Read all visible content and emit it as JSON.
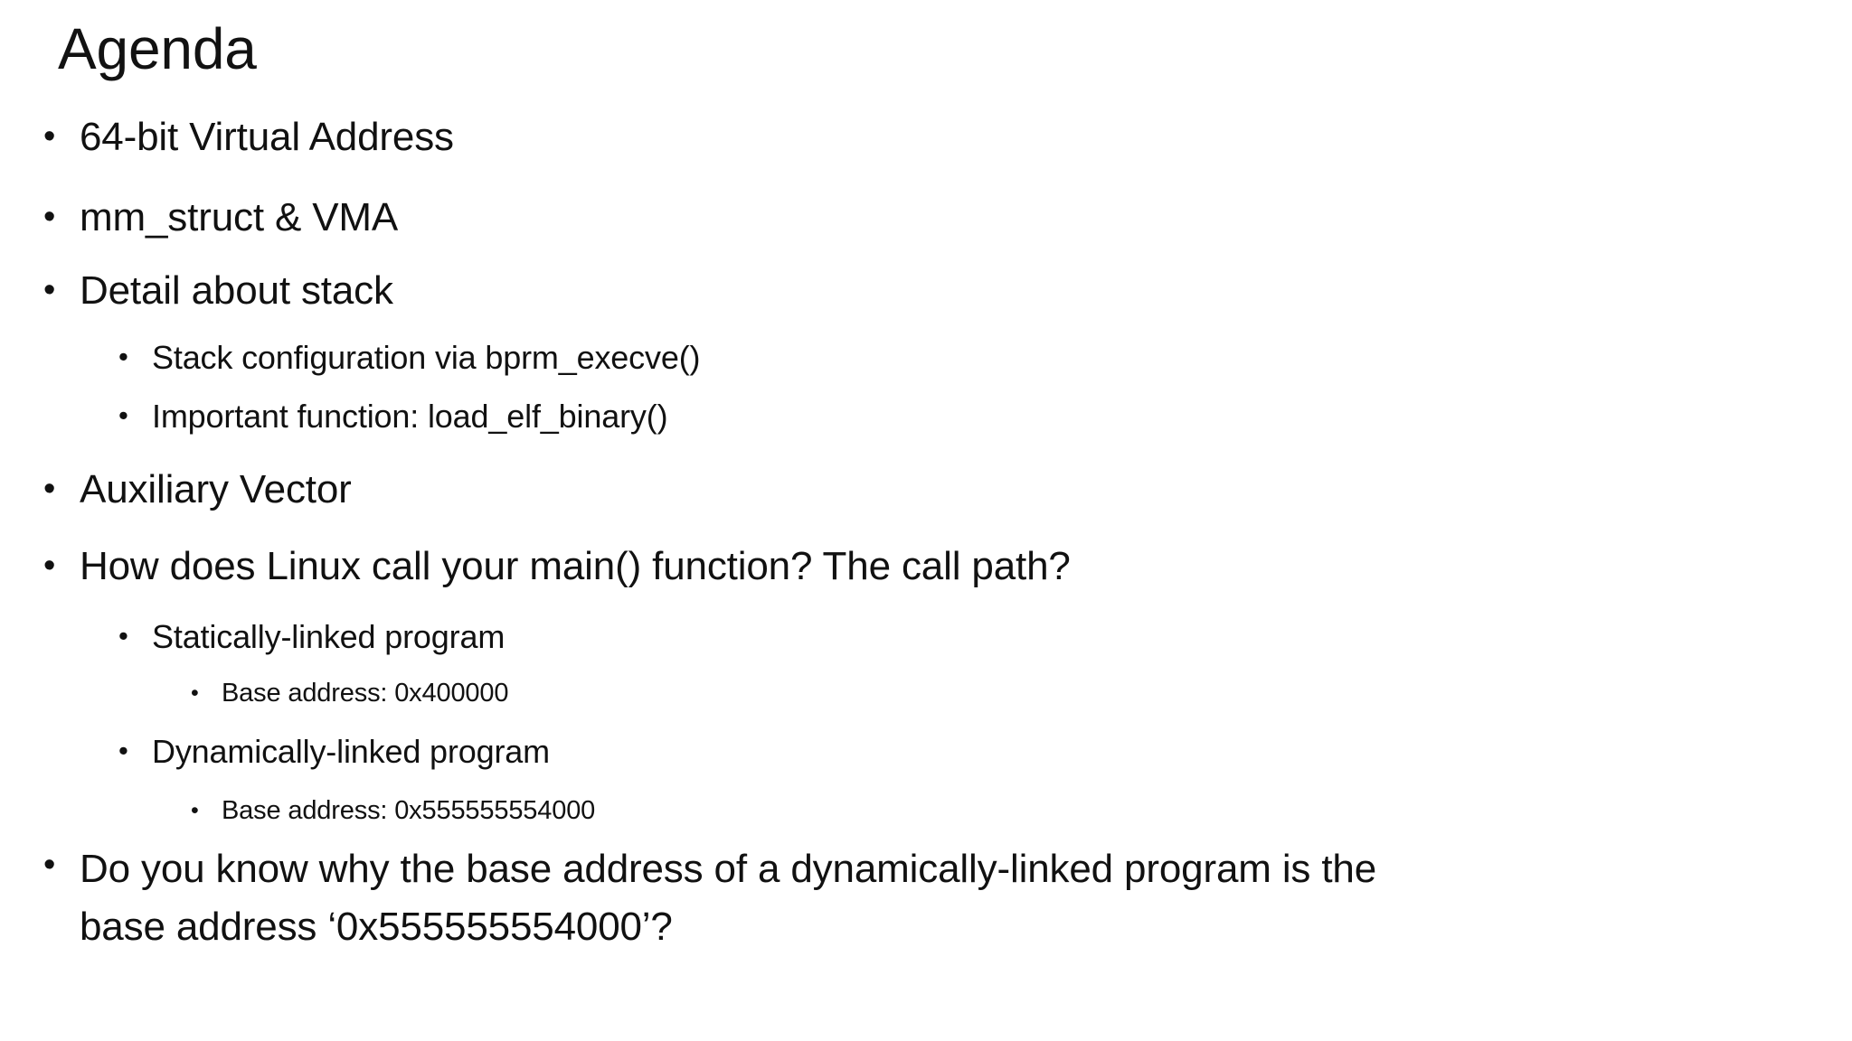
{
  "slide": {
    "title": "Agenda",
    "bullet_char": "•",
    "colors": {
      "background": "#ffffff",
      "text": "#111111"
    },
    "items": [
      {
        "level": 1,
        "label": "64-bit Virtual Address"
      },
      {
        "level": 1,
        "label": "mm_struct & VMA"
      },
      {
        "level": 1,
        "label": "Detail about stack"
      },
      {
        "level": 2,
        "label": "Stack configuration via bprm_execve()"
      },
      {
        "level": 2,
        "label": "Important function: load_elf_binary()"
      },
      {
        "level": 1,
        "label": "Auxiliary Vector"
      },
      {
        "level": 1,
        "label": "How does Linux call your main() function? The call path?"
      },
      {
        "level": 2,
        "label": "Statically-linked program"
      },
      {
        "level": 3,
        "label": "Base address: 0x400000"
      },
      {
        "level": 2,
        "label": "Dynamically-linked program"
      },
      {
        "level": 3,
        "label": "Base address: 0x555555554000"
      },
      {
        "level": 1,
        "label": "Do you know why the base address of a dynamically-linked program is the\nbase address ‘0x555555554000’?"
      }
    ]
  }
}
